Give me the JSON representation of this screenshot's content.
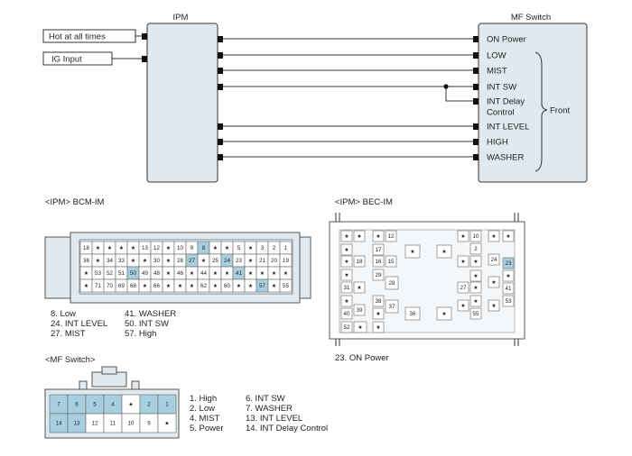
{
  "wiring": {
    "ipm_label": "IPM",
    "mf_label": "MF Switch",
    "hot_label": "Hot at all times",
    "ig_label": "IG Input",
    "mf_terminals": [
      "ON Power",
      "LOW",
      "MIST",
      "INT SW",
      "INT Delay",
      "Control",
      "INT LEVEL",
      "HIGH",
      "WASHER"
    ],
    "front_label": "Front"
  },
  "bcm": {
    "caption": "<IPM> BCM-IM",
    "rows": [
      [
        "18",
        "★",
        "★",
        "★",
        "★",
        "13",
        "12",
        "★",
        "10",
        "9",
        "8",
        "★",
        "★",
        "5",
        "★",
        "3",
        "2",
        "1"
      ],
      [
        "36",
        "★",
        "34",
        "33",
        "★",
        "★",
        "30",
        "★",
        "28",
        "27",
        "★",
        "25",
        "24",
        "23",
        "★",
        "21",
        "20",
        "19"
      ],
      [
        "★",
        "53",
        "52",
        "51",
        "50",
        "49",
        "48",
        "★",
        "46",
        "★",
        "44",
        "★",
        "★",
        "41",
        "★",
        "★",
        "★",
        "★"
      ],
      [
        "★",
        "71",
        "70",
        "69",
        "68",
        "★",
        "66",
        "★",
        "★",
        "★",
        "62",
        "★",
        "60",
        "★",
        "★",
        "57",
        "★",
        "55"
      ]
    ],
    "legend": [
      "8. Low",
      "24. INT LEVEL",
      "27. MIST",
      "41. WASHER",
      "50. INT SW",
      "57. High"
    ]
  },
  "bec": {
    "caption": "<IPM> BEC-IM",
    "pins": [
      "★",
      "★",
      "★",
      "12",
      "★",
      "★",
      "★",
      "10",
      "2",
      "★",
      "★",
      "★",
      "★",
      "18",
      "17",
      "16",
      "15",
      "★",
      "★",
      "24",
      "23",
      "★",
      "31",
      "★",
      "29",
      "28",
      "27",
      "★",
      "★",
      "★",
      "★",
      "41",
      "★",
      "40",
      "39",
      "38",
      "37",
      "36",
      "★",
      "★",
      "★",
      "55",
      "★",
      "53",
      "52",
      "★",
      "★",
      "★"
    ],
    "note": "23. ON Power"
  },
  "mf": {
    "caption": "<MF Switch>",
    "rows": [
      [
        "7",
        "6",
        "5",
        "4",
        "★",
        "2",
        "1"
      ],
      [
        "14",
        "13",
        "12",
        "11",
        "10",
        "9",
        "★"
      ]
    ],
    "legend": [
      "1. High",
      "2. Low",
      "4. MIST",
      "5. Power",
      "6. INT SW",
      "7. WASHER",
      "13. INT LEVEL",
      "14. INT Delay Control"
    ]
  }
}
